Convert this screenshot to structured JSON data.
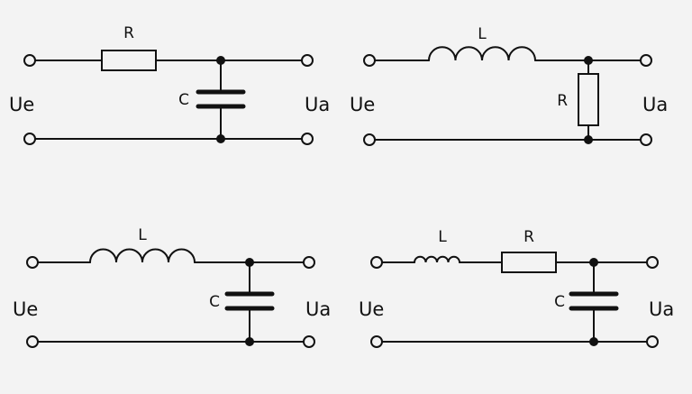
{
  "colors": {
    "background": "#f3f3f3",
    "ink": "#111111"
  },
  "circuits": [
    {
      "name": "rc-lowpass",
      "input_label": "Ue",
      "output_label": "Ua",
      "components": [
        "R",
        "C"
      ]
    },
    {
      "name": "lr-lowpass",
      "input_label": "Ue",
      "output_label": "Ua",
      "components": [
        "L",
        "R"
      ]
    },
    {
      "name": "lc-lowpass",
      "input_label": "Ue",
      "output_label": "Ua",
      "components": [
        "L",
        "C"
      ]
    },
    {
      "name": "lrc-lowpass",
      "input_label": "Ue",
      "output_label": "Ua",
      "components": [
        "L",
        "R",
        "C"
      ]
    }
  ]
}
